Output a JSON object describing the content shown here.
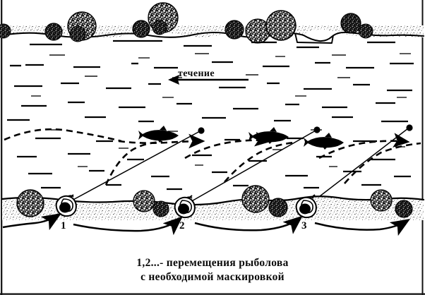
{
  "figure": {
    "type": "diagram",
    "subject": "fishing-approach-diagram",
    "flow_label": "течение",
    "caption_line1": "1,2...- перемещения рыболова",
    "caption_line2": "с необходимой маскировкой",
    "position_labels": [
      "1",
      "2",
      "3"
    ],
    "colors": {
      "ink": "#000000",
      "paper": "#ffffff",
      "stipple": "#2b2b2b"
    }
  },
  "legend": {
    "solid_line_meaning": "cast line to float",
    "dashed_line_meaning": "fish movement path",
    "curved_arrow_meaning": "angler movement between positions"
  },
  "elements": {
    "far_bank_label": "far bank with bushes",
    "near_bank_label": "near bank with bushes and angler positions",
    "water_label": "river water surface",
    "fish_count": 3,
    "float_count": 3,
    "angler_count": 3,
    "far_bushes": 14,
    "near_bushes": 9
  }
}
